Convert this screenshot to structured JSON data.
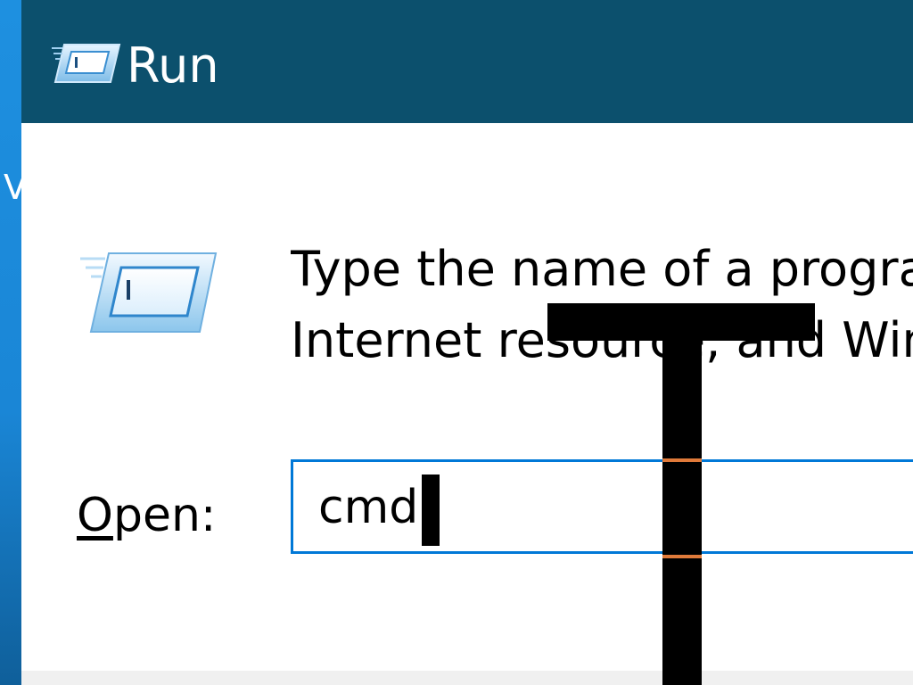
{
  "window": {
    "title": "Run",
    "title_icon": "run-icon",
    "app_icon": "run-icon"
  },
  "dialog": {
    "description_line1": "Type the name of a progra",
    "description_line2": "Internet resource, and Win",
    "open_label_accel": "O",
    "open_label_rest": "pen:",
    "open_value": "cmd"
  },
  "desktop": {
    "edge_glyph": "V"
  },
  "colors": {
    "titlebar": "#0c506d",
    "field_border": "#0078d7",
    "desktop": "#0078d7",
    "cursor_accent": "#e07a3a"
  }
}
